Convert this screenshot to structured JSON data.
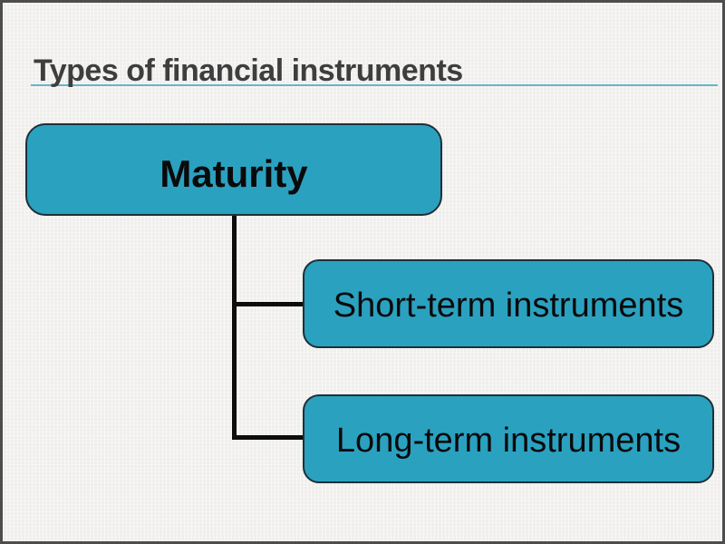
{
  "slide": {
    "title": "Types of financial instruments",
    "title_color": "#3e3e3e",
    "underline_color": "#62b6cb",
    "background_color": "#efeeec",
    "frame_border_color": "#4d4d4d",
    "node_fill_color": "#2ba1c0",
    "node_border_color": "#1d3038",
    "connector_color": "#0d0d0d"
  },
  "diagram": {
    "type": "hierarchy",
    "root": {
      "label": "Maturity"
    },
    "children": [
      {
        "label": "Short-term instruments"
      },
      {
        "label": "Long-term instruments"
      }
    ]
  }
}
